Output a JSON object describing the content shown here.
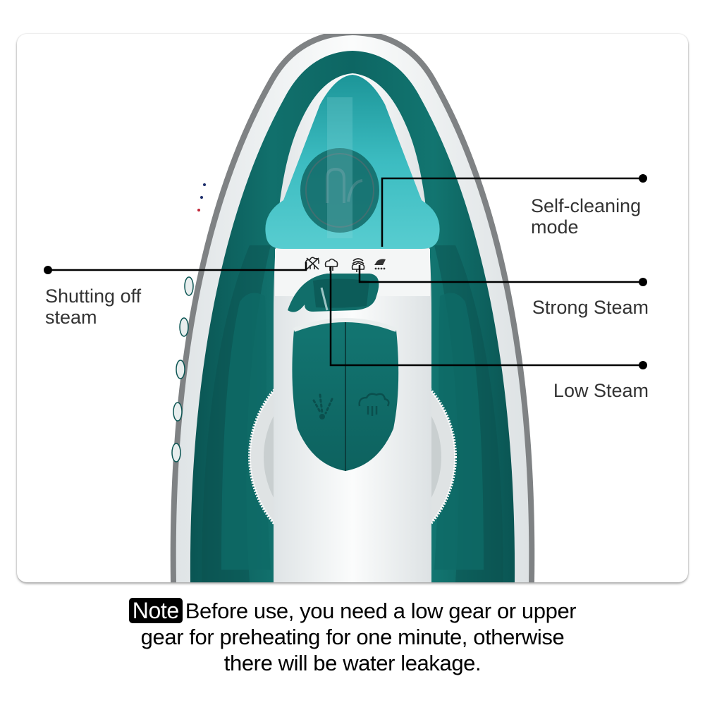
{
  "product": {
    "name": "steam iron",
    "colors": {
      "teal_dark": "#0b5f5c",
      "teal_mid": "#127873",
      "teal_light": "#2aa3a6",
      "aqua_tank": "#3dbcc2",
      "white_shell": "#f3f5f6",
      "grey_rim": "#8a8c8e",
      "callout_line": "#000000",
      "label_text": "#333333"
    }
  },
  "control_icons": [
    {
      "name": "steam-off-icon",
      "glyph": "crossed cloud"
    },
    {
      "name": "low-steam-icon",
      "glyph": "small cloud"
    },
    {
      "name": "strong-steam-icon",
      "glyph": "large cloud"
    },
    {
      "name": "self-clean-icon",
      "glyph": "iron with dots"
    }
  ],
  "buttons": [
    {
      "name": "spray-button",
      "glyph": "spray drops"
    },
    {
      "name": "steam-burst-button",
      "glyph": "steam cloud"
    }
  ],
  "callouts": [
    {
      "id": "self_cleaning",
      "label_line1": "Self-cleaning",
      "label_line2": "mode"
    },
    {
      "id": "shutting_off",
      "label_line1": "Shutting off",
      "label_line2": "steam"
    },
    {
      "id": "strong_steam",
      "label": "Strong Steam"
    },
    {
      "id": "low_steam",
      "label": "Low Steam"
    }
  ],
  "note": {
    "badge": "Note",
    "line1": "Before use, you need a low gear or upper",
    "line2": "gear for preheating for one minute, otherwise",
    "line3": "there will be water leakage."
  }
}
